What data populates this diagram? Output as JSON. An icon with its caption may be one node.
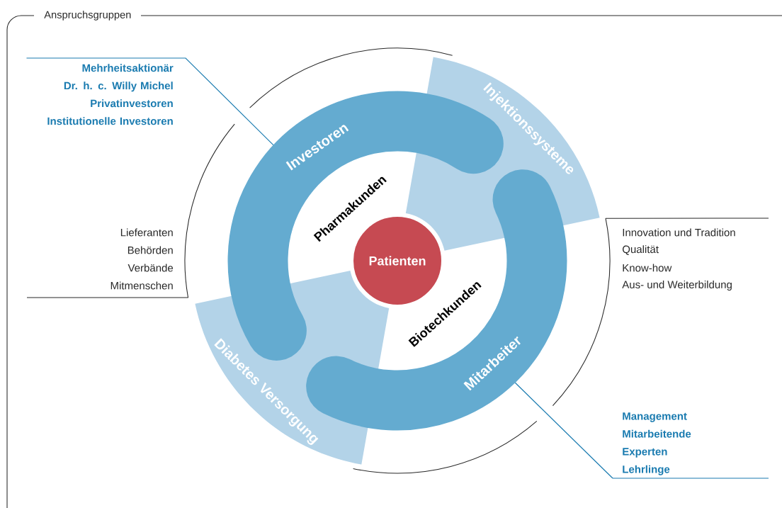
{
  "diagram": {
    "title": "Anspruchsgruppen",
    "nodes": [
      {
        "text": [
          "Patienten"
        ]
      },
      {
        "text": [
          "Investoren"
        ]
      },
      {
        "text": [
          "Mitarbeiter"
        ]
      },
      {
        "text": [
          "Injektionssysteme"
        ]
      },
      {
        "text": [
          "Diabetes Versorgung"
        ]
      },
      {
        "text": [
          "Mehrheitsaktionär Dr. h. c. Willy Michel",
          "Privatinvestoren",
          "Institutionelle Investoren"
        ]
      },
      {
        "text": [
          "Management",
          "Mitarbeitende",
          "Experten",
          "Lehrlinge"
        ]
      }
    ],
    "edges": [
      {
        "from": 5,
        "to": 1,
        "arrow": "none"
      },
      {
        "from": 6,
        "to": 2,
        "arrow": "none"
      }
    ],
    "labels": [
      "Pharmakunden",
      "Biotechkunden",
      "Lieferanten",
      "Behörden",
      "Verbände",
      "Mitmenschen",
      "Innovation und Tradition",
      "Qualität",
      "Know-how",
      "Aus- und Weiterbildung"
    ]
  }
}
